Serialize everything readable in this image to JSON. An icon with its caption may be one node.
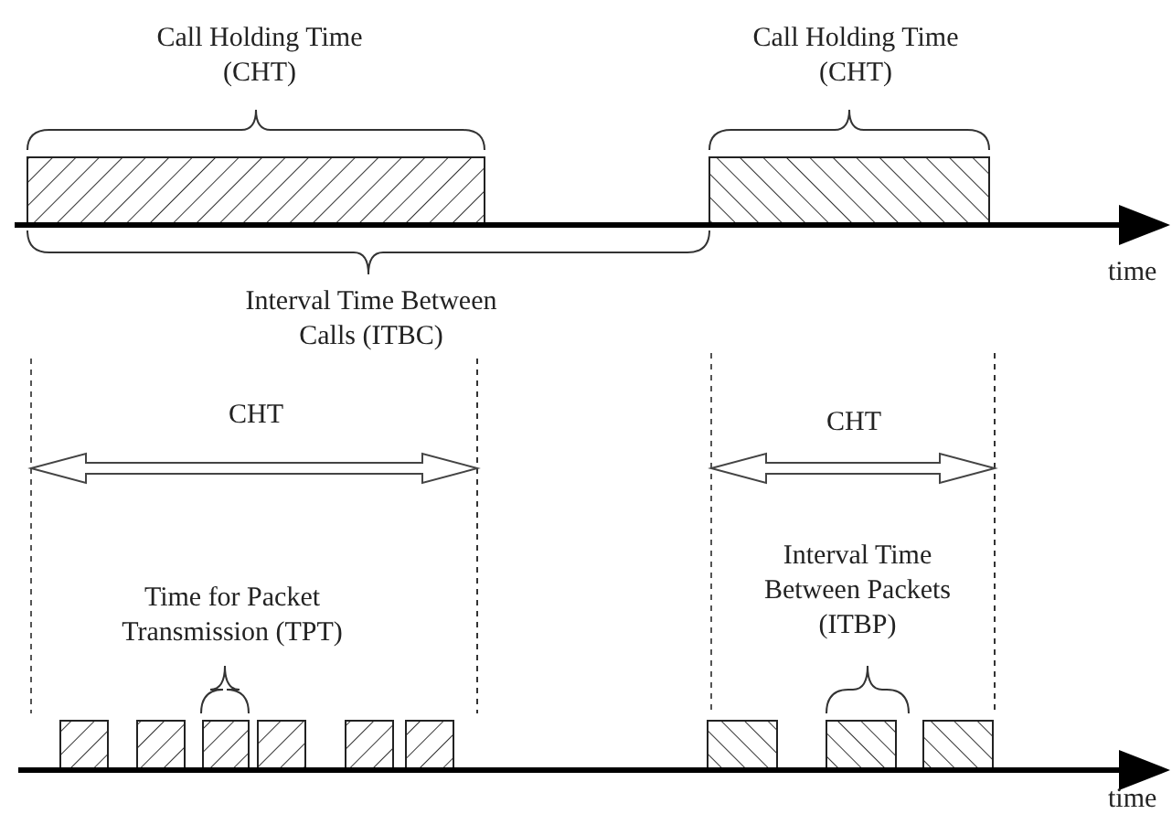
{
  "diagram": {
    "labels": [
      "Call Holding Time (CHT)",
      "Call Holding Time (CHT)",
      "time",
      "Interval Time Between Calls (ITBC)",
      "CHT",
      "CHT",
      "Time for Packet Transmission (TPT)",
      "Interval Time Between Packets (ITBP)",
      "time"
    ]
  }
}
